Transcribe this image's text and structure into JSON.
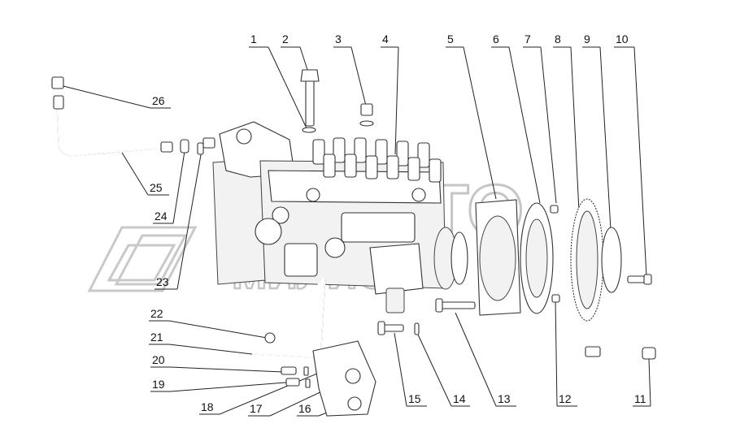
{
  "diagram": {
    "watermark": {
      "line1": "АВТО",
      "line2": "МИЛИС"
    },
    "callouts": [
      "1",
      "2",
      "3",
      "4",
      "5",
      "6",
      "7",
      "8",
      "9",
      "10",
      "11",
      "12",
      "13",
      "14",
      "15",
      "16",
      "17",
      "18",
      "19",
      "20",
      "21",
      "22",
      "23",
      "24",
      "25",
      "26"
    ]
  }
}
